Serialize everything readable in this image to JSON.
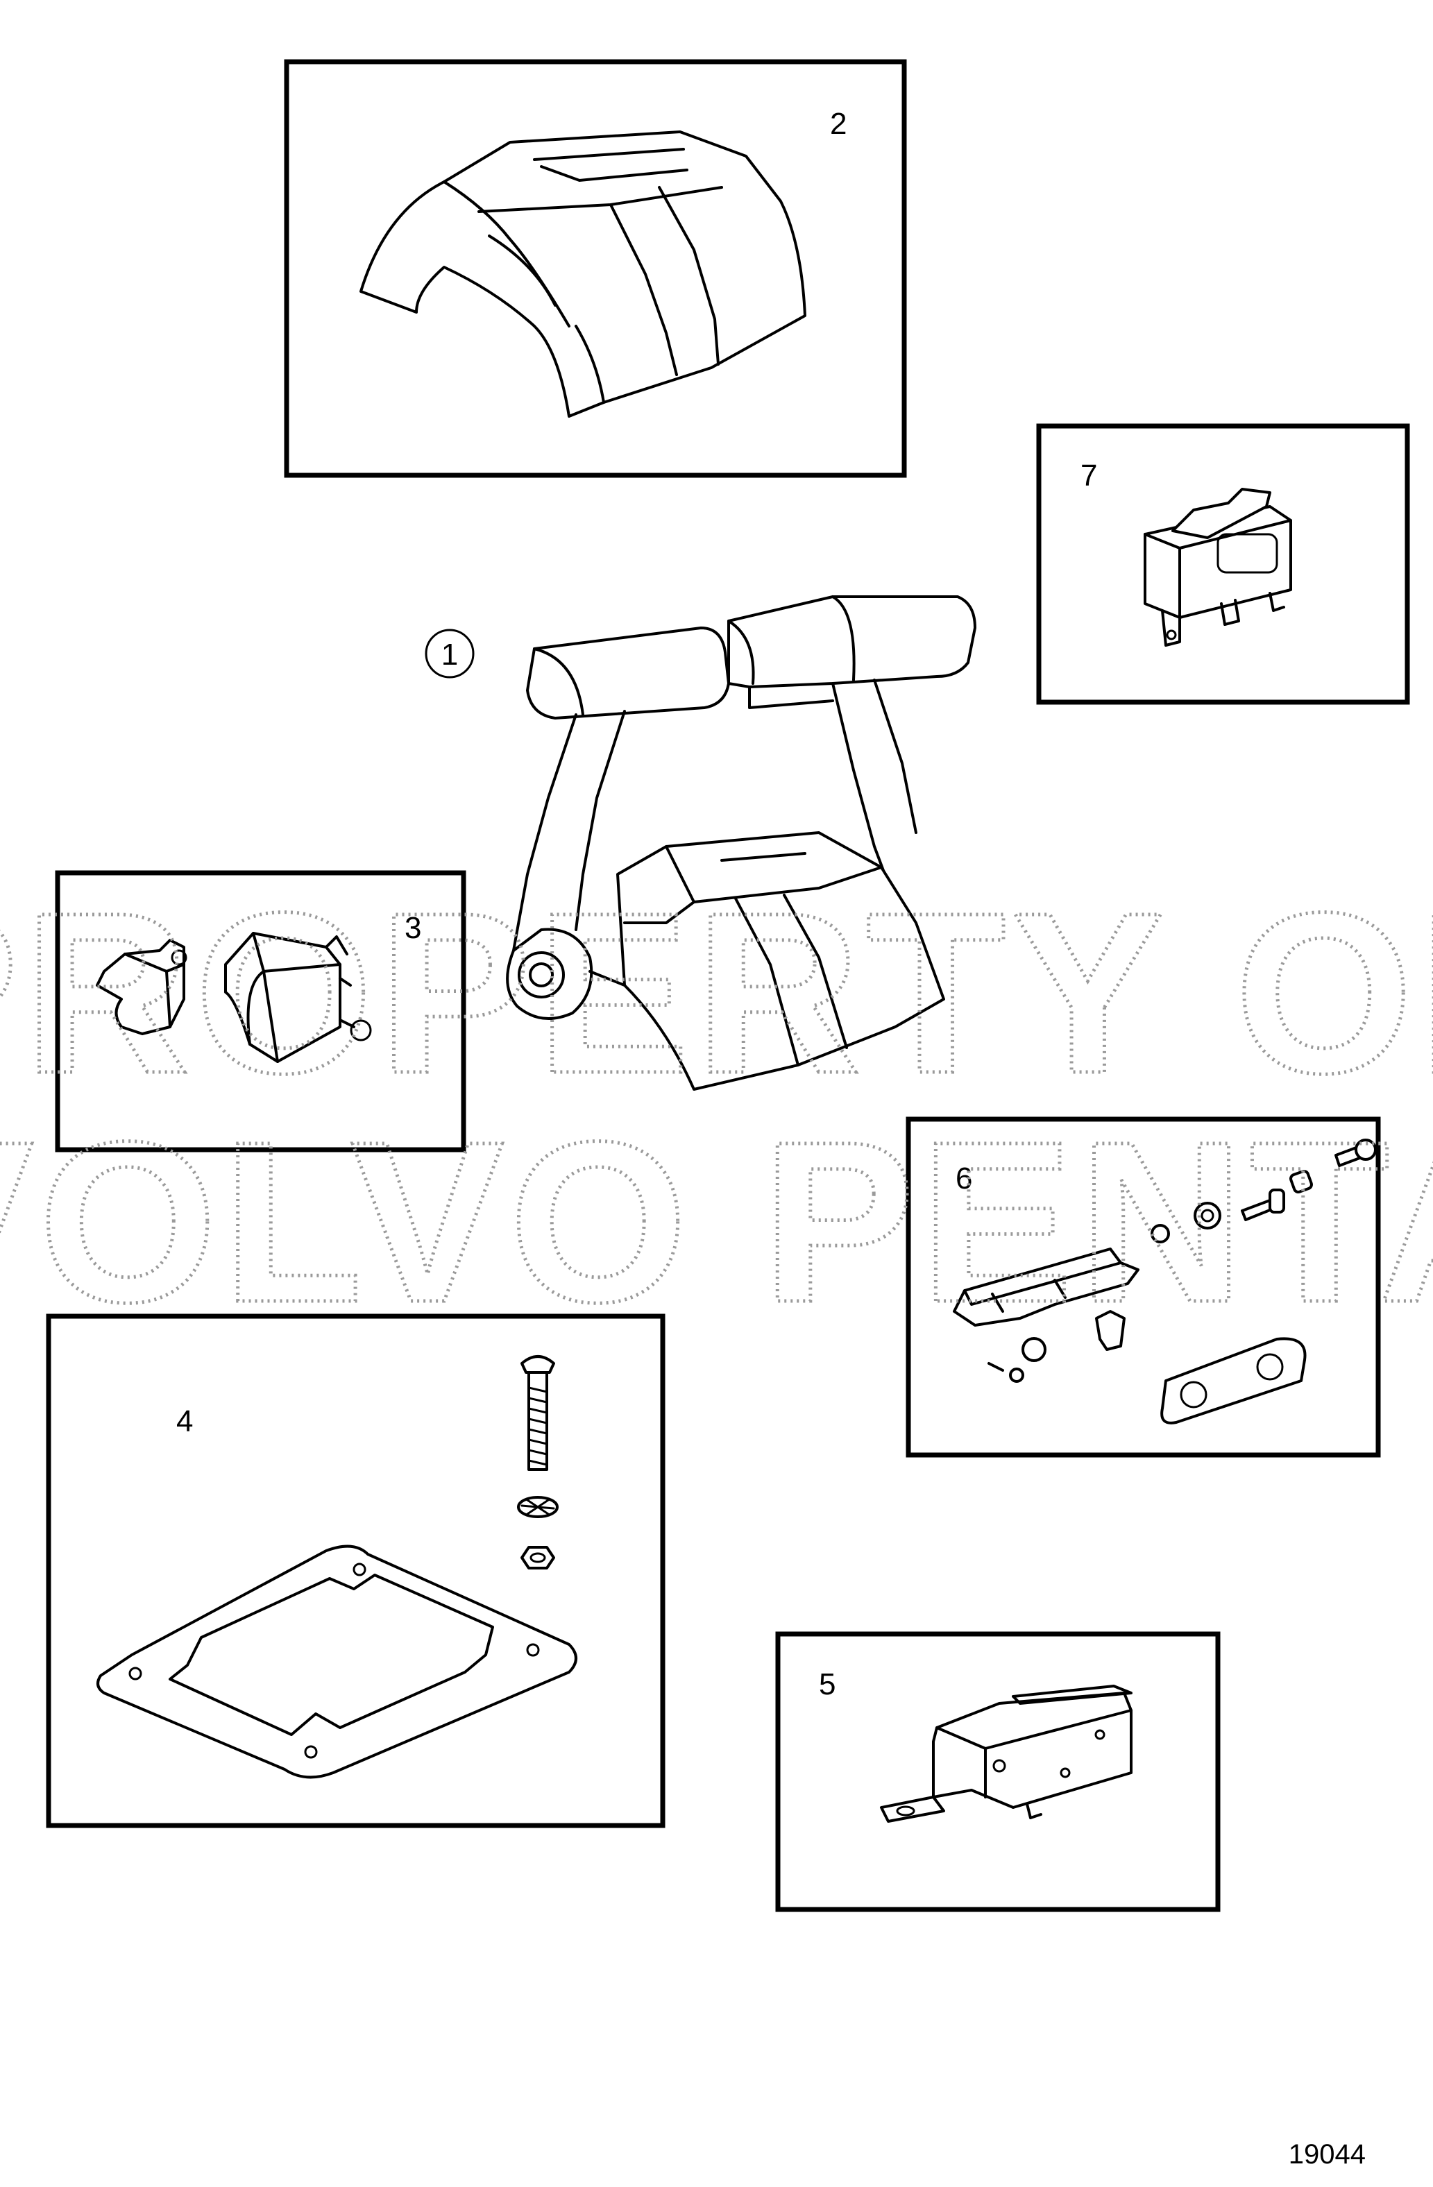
{
  "callouts": {
    "c1": "1",
    "c2": "2",
    "c3": "3",
    "c4": "4",
    "c5": "5",
    "c6": "6",
    "c7": "7"
  },
  "watermark": {
    "line1": "PROPERTY OF",
    "line2": "VOLVO PENTA"
  },
  "figure_number": "19044",
  "colors": {
    "line": "#000000",
    "background": "#ffffff",
    "watermark": "#9a9a9a"
  }
}
